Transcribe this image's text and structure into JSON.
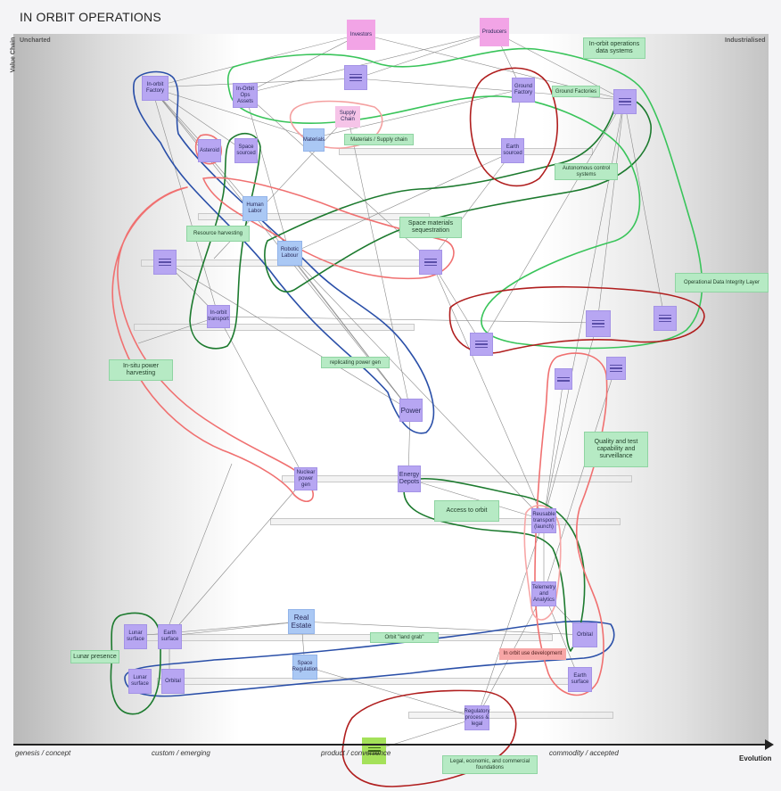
{
  "page": {
    "title": "IN ORBIT OPERATIONS",
    "axis": {
      "y_label": "Value Chain",
      "x_label": "Evolution",
      "corner_left": "Uncharted",
      "corner_right": "Industrialised",
      "stages": [
        "genesis / concept",
        "custom / emerging",
        "product / convenience",
        "commodity / accepted"
      ]
    }
  },
  "colors": {
    "card_purple": "#b7a6f2",
    "card_blue": "#aac8f4",
    "card_pink": "#f2a4e6",
    "note_green": "#b6eac4",
    "loop_red": "#b01e1e",
    "loop_green": "#1f9a3a",
    "loop_blue": "#2a4fa8",
    "loop_pink": "#f08080"
  },
  "cards": {
    "investors": "Investors",
    "producers": "Producers",
    "in_orbit_factory": "In-orbit Factory",
    "in_orbit_ops_assets": "In-Orbit Ops Assets",
    "supply_chain": "Supply Chain",
    "materials": "Materials",
    "ground_factory": "Ground Factory",
    "asteroid": "Asteroid",
    "space_sourced": "Space sourced",
    "earth_sourced": "Earth sourced",
    "human_labor": "Human Labor",
    "robotic_labour": "Robotic Labour",
    "in_orbit_transport": "In-orbit transport",
    "power": "Power",
    "nuclear_gen": "Nuclear power gen",
    "energy_depots": "Energy Depots",
    "reusable_transport": "Reusable transport (launch)",
    "telemetry": "Telemetry and Analytics",
    "lunar_surface_1": "Lunar surface",
    "earth_surface_1": "Earth surface",
    "real_estate": "Real Estate",
    "lunar_surface_2": "Lunar surface",
    "orbital_1": "Orbital",
    "space_regulation": "Space Regulation",
    "orbital_2": "Orbital",
    "in_orbit_use": "In orbit use development",
    "earth_surface_2": "Earth surface",
    "regulatory": "Regulatory process & legal"
  },
  "notes": {
    "in_orbit_ops_data": "In-orbit operations data systems",
    "ground_factories": "Ground Factories",
    "materials_supply": "Materials / Supply chain",
    "autonomous_control": "Autonomous control systems",
    "resource_harvesting": "Resource harvesting",
    "space_materials": "Space materials sequestration",
    "operational_data": "Operational Data Integrity Layer",
    "in_situ_power": "In-situ power harvesting",
    "replicating_power": "replicating power gen",
    "quality_test": "Quality and test capability and surveillance",
    "access_to_orbit": "Access to orbit",
    "orbit_land_grab": "Orbit \"land grab\"",
    "lunar_presence": "Lunar presence",
    "legal_foundations": "Legal, economic, and commercial foundations"
  }
}
